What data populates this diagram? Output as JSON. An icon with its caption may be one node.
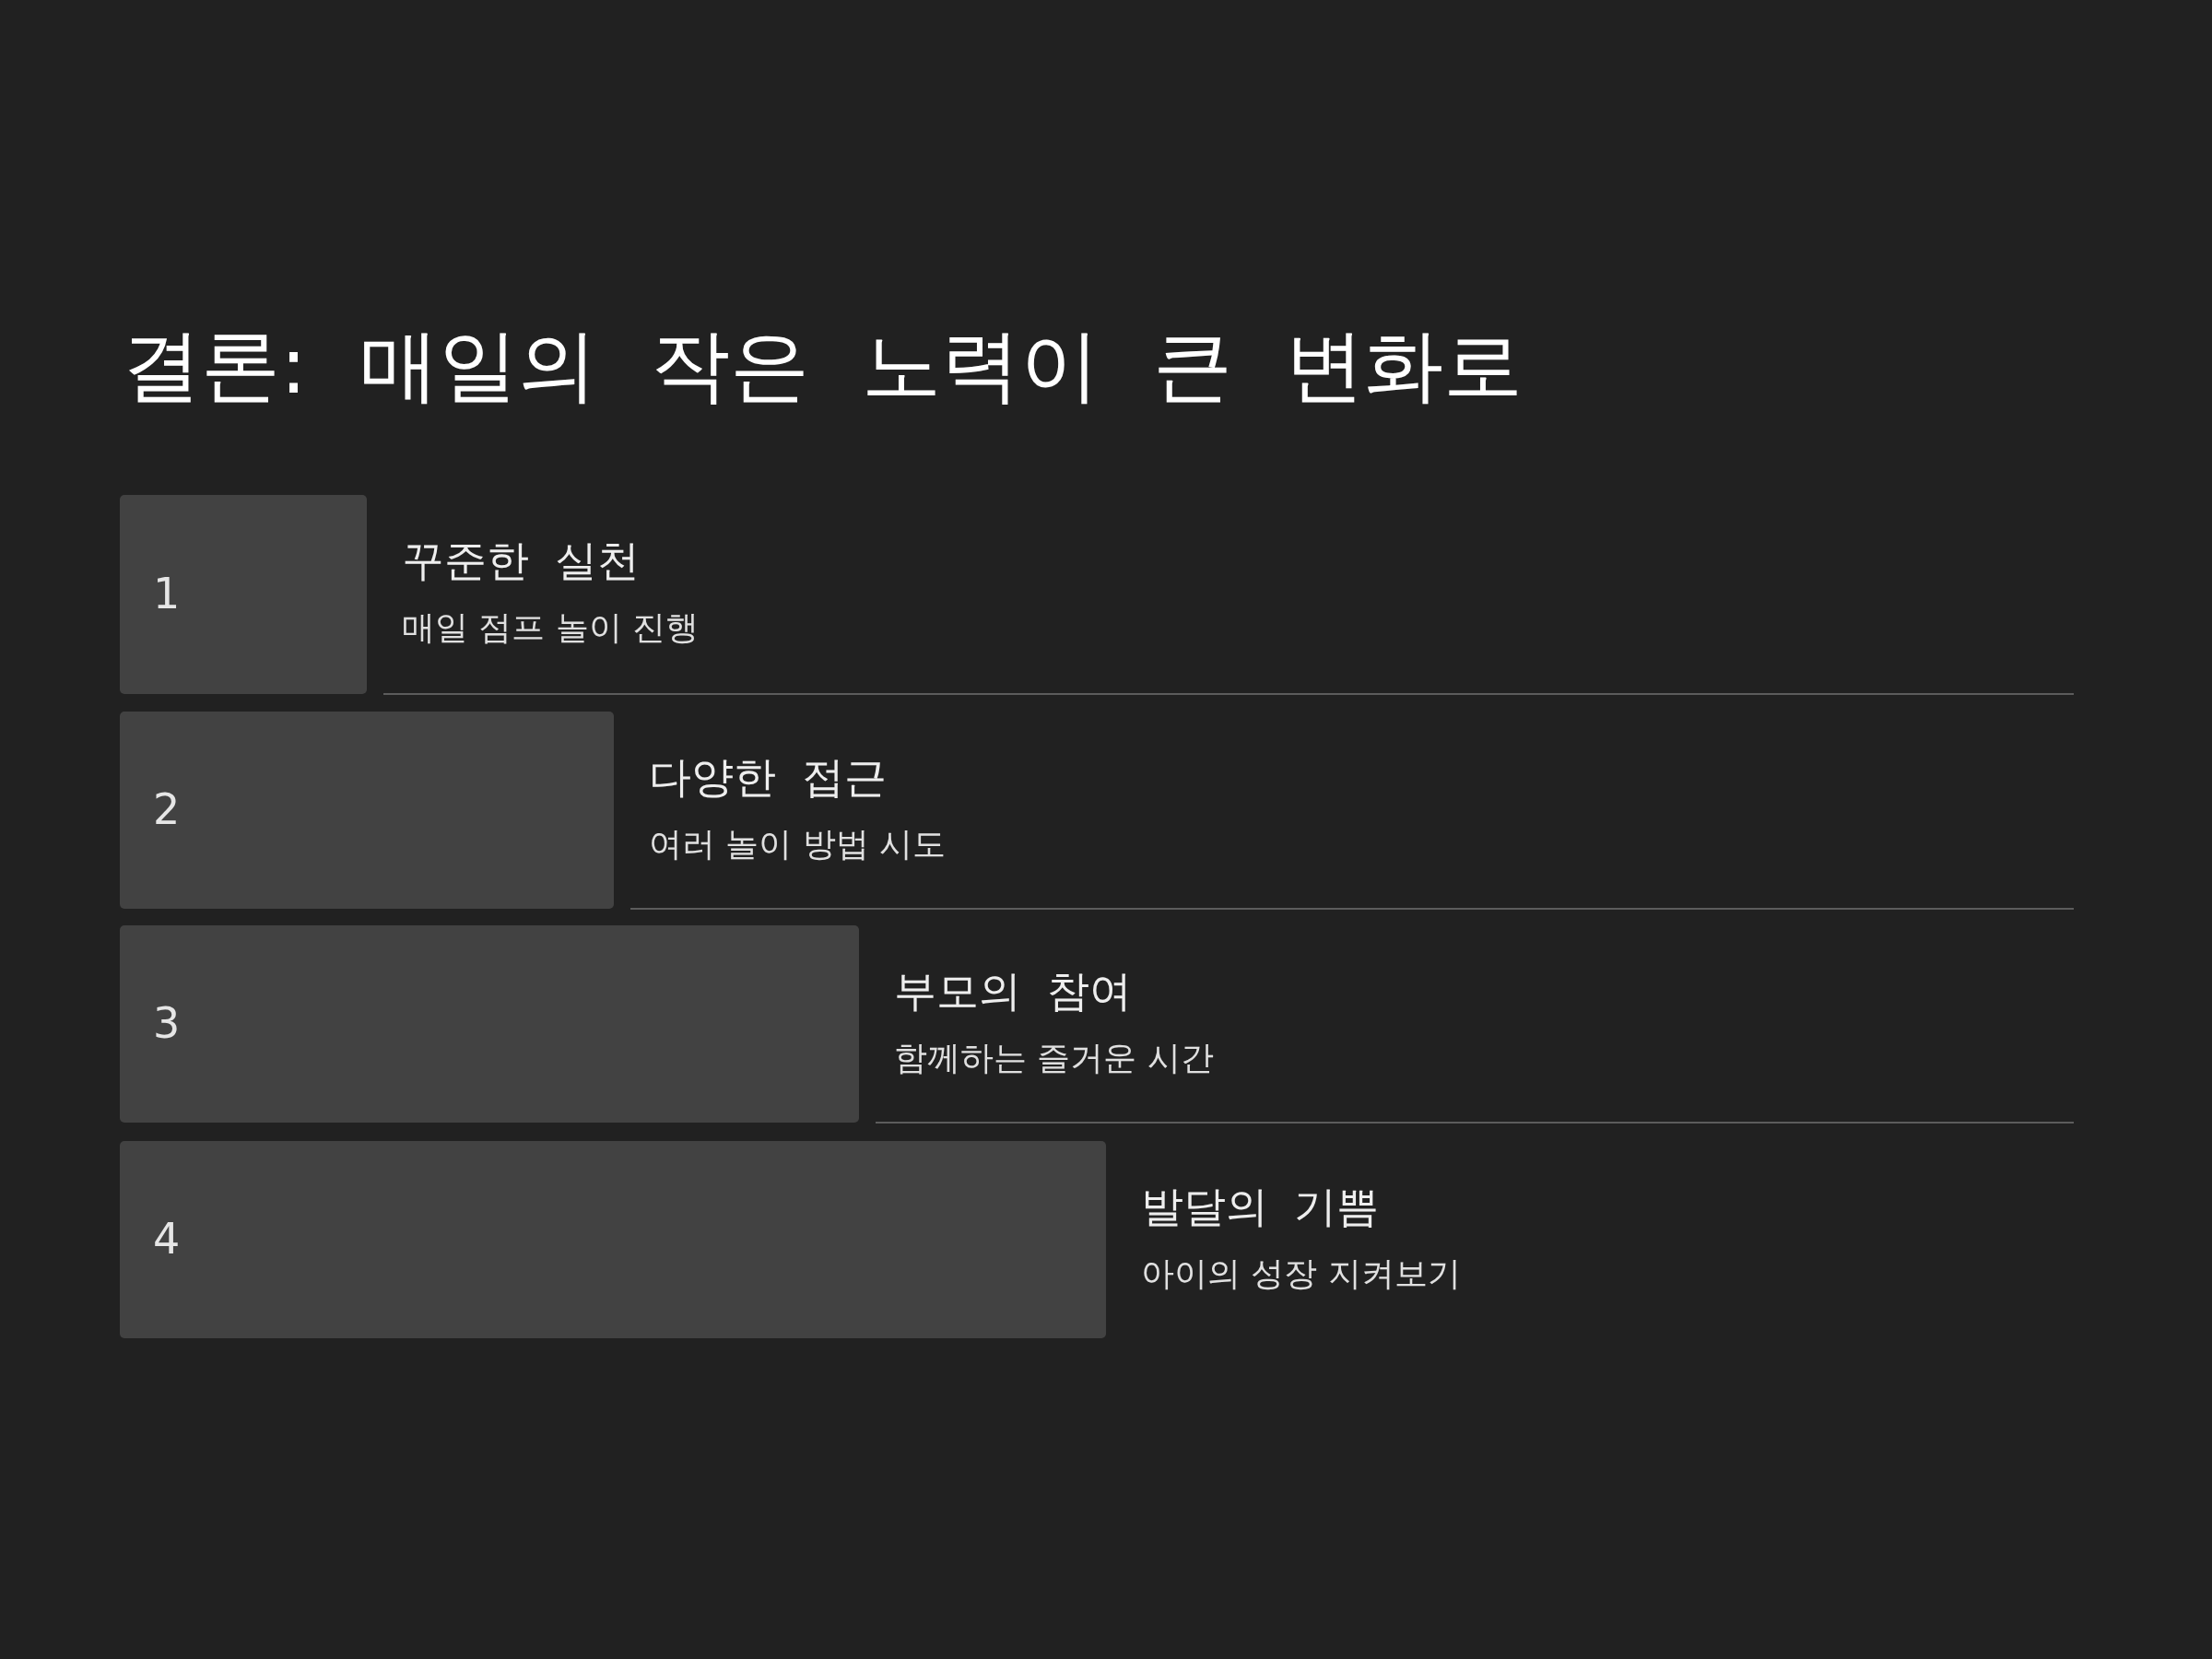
{
  "diagram": {
    "title": "결론: 매일의 작은 노력이 큰 변화로",
    "nodes": [
      {
        "text": [
          "1"
        ],
        "beside": [
          "꾸준한 실천",
          "매일 점프 놀이 진행"
        ]
      },
      {
        "text": [
          "2"
        ],
        "beside": [
          "다양한 접근",
          "여러 놀이 방법 시도"
        ]
      },
      {
        "text": [
          "3"
        ],
        "beside": [
          "부모의 참여",
          "함께하는 즐거운 시간"
        ]
      },
      {
        "text": [
          "4"
        ],
        "beside": [
          "발달의 기쁨",
          "아이의 성장 지켜보기"
        ]
      }
    ]
  }
}
